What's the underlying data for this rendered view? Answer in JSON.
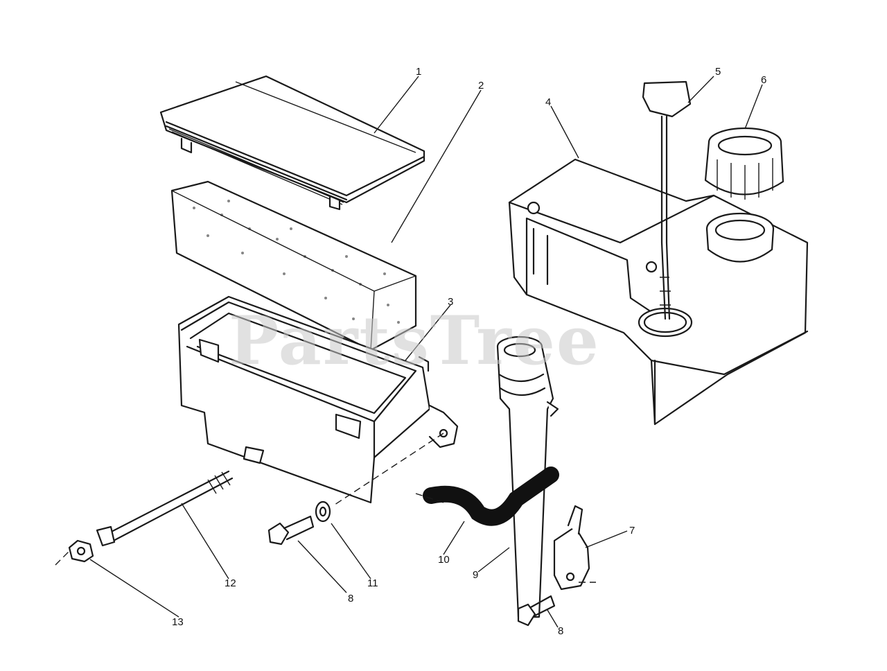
{
  "watermark": "PartsTree",
  "callouts": [
    {
      "id": "1",
      "text": "1"
    },
    {
      "id": "2",
      "text": "2"
    },
    {
      "id": "3",
      "text": "3"
    },
    {
      "id": "4",
      "text": "4"
    },
    {
      "id": "5",
      "text": "5"
    },
    {
      "id": "6",
      "text": "6"
    },
    {
      "id": "7",
      "text": "7"
    },
    {
      "id": "8a",
      "text": "8"
    },
    {
      "id": "8b",
      "text": "8"
    },
    {
      "id": "9",
      "text": "9"
    },
    {
      "id": "10",
      "text": "10"
    },
    {
      "id": "11",
      "text": "11"
    },
    {
      "id": "12",
      "text": "12"
    },
    {
      "id": "13",
      "text": "13"
    }
  ]
}
